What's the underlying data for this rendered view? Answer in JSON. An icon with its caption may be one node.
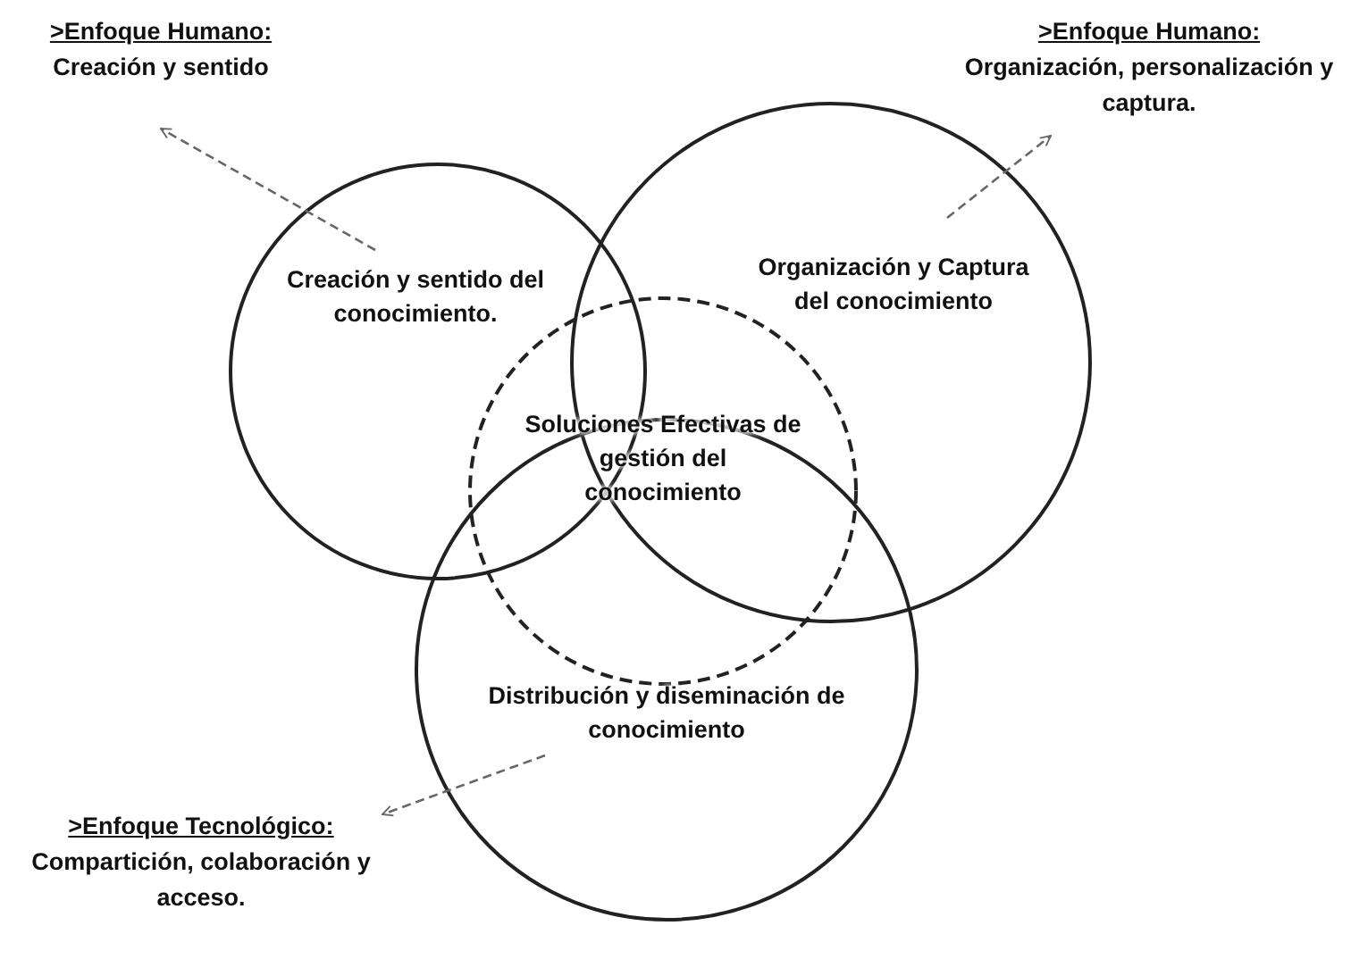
{
  "diagram": {
    "nodes": [
      {
        "text": [
          ">Enfoque Humano:",
          "Creación y sentido"
        ]
      },
      {
        "text": [
          ">Enfoque Humano:",
          "Organización, personalización y captura."
        ]
      },
      {
        "text": [
          "Creación y sentido del conocimiento."
        ]
      },
      {
        "text": [
          "Organización y Captura del conocimiento"
        ]
      },
      {
        "text": [
          "Soluciones Efectivas de gestión del conocimiento"
        ]
      },
      {
        "text": [
          "Distribución y diseminación de conocimiento"
        ]
      },
      {
        "text": [
          ">Enfoque Tecnológico:",
          "Compartición, colaboración y acceso."
        ]
      }
    ],
    "edges": [
      {
        "from": 2,
        "to": 0,
        "arrow": "to",
        "style": "dashed"
      },
      {
        "from": 3,
        "to": 1,
        "arrow": "to",
        "style": "dashed"
      },
      {
        "from": 5,
        "to": 6,
        "arrow": "to",
        "style": "dashed"
      }
    ]
  }
}
